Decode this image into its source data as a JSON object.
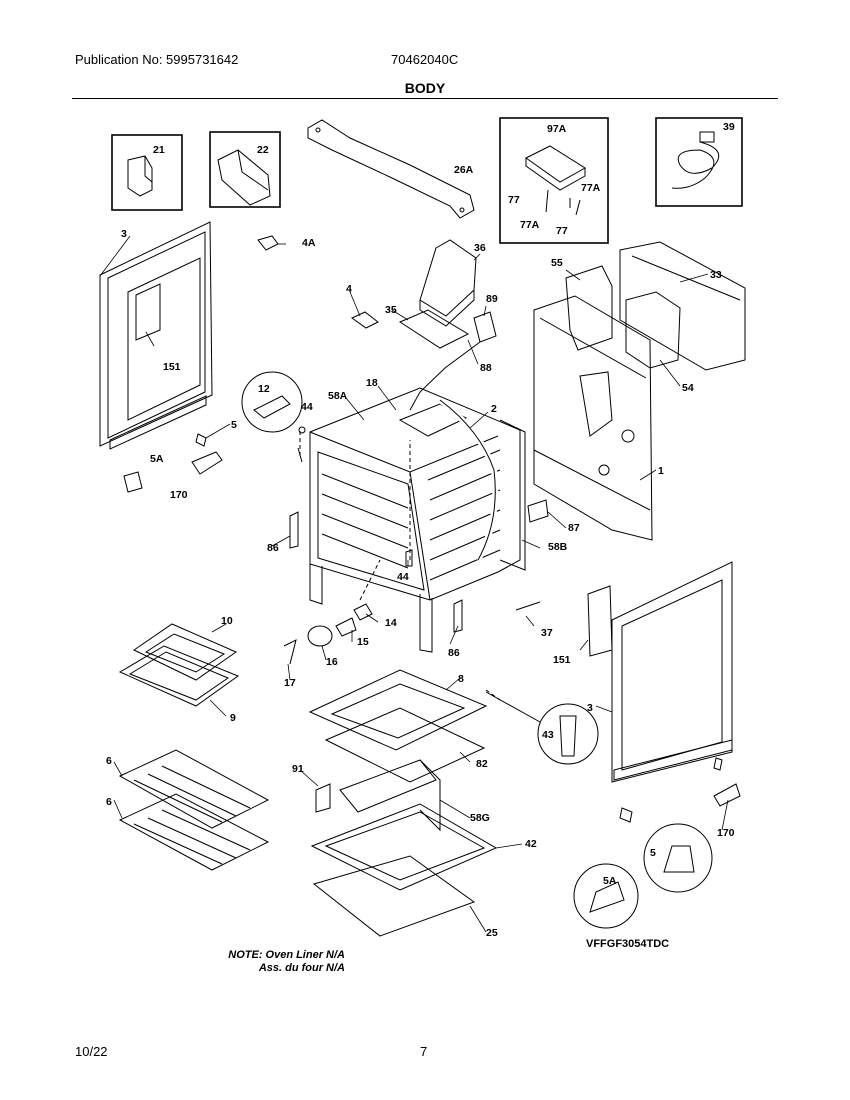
{
  "header": {
    "publication": "Publication No: 5995731642",
    "model_ref": "70462040C",
    "section_title": "BODY"
  },
  "diagram": {
    "callouts": {
      "p21": "21",
      "p22": "22",
      "p26A": "26A",
      "p97A": "97A",
      "p39": "39",
      "p77a": "77",
      "p77b": "77",
      "p77Aa": "77A",
      "p77Ab": "77A",
      "p3a": "3",
      "p4A": "4A",
      "p36": "36",
      "p55": "55",
      "p33": "33",
      "p4": "4",
      "p35": "35",
      "p89": "89",
      "p151a": "151",
      "p88": "88",
      "p54": "54",
      "p12": "12",
      "p44a": "44",
      "p58A": "58A",
      "p18": "18",
      "p2": "2",
      "p5a": "5",
      "p5Aa": "5A",
      "p170a": "170",
      "p1": "1",
      "p87": "87",
      "p86a": "86",
      "p44b": "44",
      "p58B": "58B",
      "p10": "10",
      "p14": "14",
      "p15": "15",
      "p37": "37",
      "p16": "16",
      "p86b": "86",
      "p151b": "151",
      "p17": "17",
      "p9": "9",
      "p8": "8",
      "p3b": "3",
      "p43": "43",
      "p6a": "6",
      "p6b": "6",
      "p91": "91",
      "p82": "82",
      "p58G": "58G",
      "p42": "42",
      "p5b": "5",
      "p170b": "170",
      "p5Ab": "5A",
      "p25": "25"
    }
  },
  "footer": {
    "note_line1": "NOTE: Oven Liner N/A",
    "note_line2": "Ass. du four N/A",
    "model_code": "VFFGF3054TDC",
    "date": "10/22",
    "page_number": "7"
  }
}
